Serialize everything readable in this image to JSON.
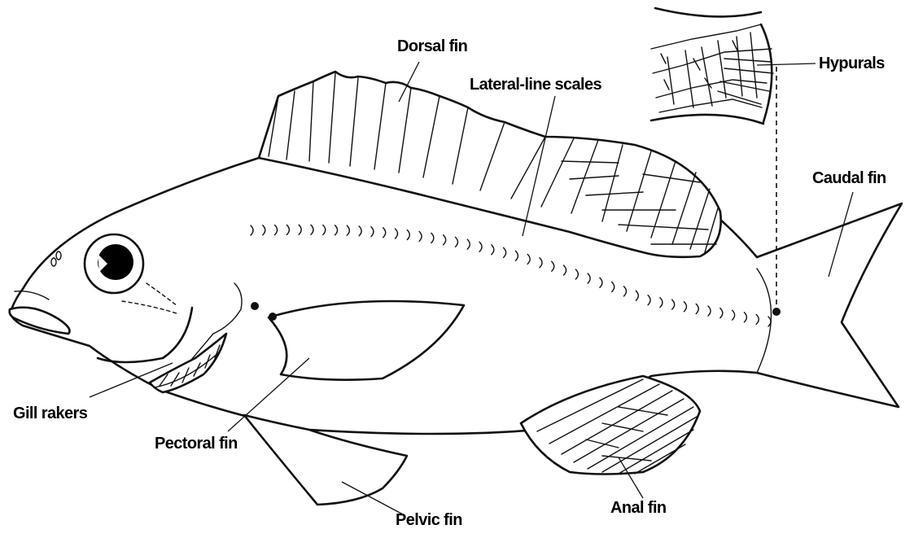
{
  "labels": {
    "dorsal_fin": "Dorsal fin",
    "lateral_line_scales": "Lateral-line scales",
    "hypurals": "Hypurals",
    "caudal_fin": "Caudal fin",
    "gill_rakers": "Gill rakers",
    "pectoral_fin": "Pectoral fin",
    "pelvic_fin": "Pelvic fin",
    "anal_fin": "Anal fin"
  }
}
